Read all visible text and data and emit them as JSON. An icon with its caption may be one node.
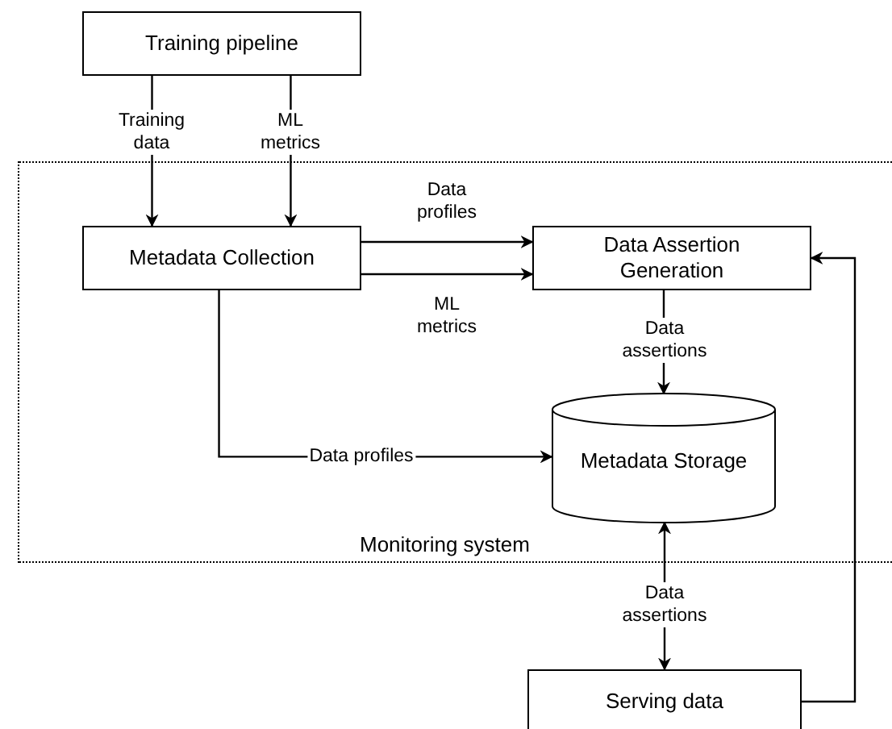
{
  "diagram": {
    "nodes": [
      {
        "text": [
          "Training pipeline"
        ]
      },
      {
        "text": [
          "Monitoring system"
        ]
      },
      {
        "text": [
          "Metadata Collection"
        ],
        "in": 1
      },
      {
        "text": [
          "Data Assertion Generation"
        ],
        "in": 1
      },
      {
        "text": [
          "Metadata Storage"
        ],
        "in": 1
      },
      {
        "text": [
          "Serving data"
        ]
      }
    ],
    "edges": [
      {
        "from": 0,
        "to": 2,
        "arrow": "to",
        "label": "Training data"
      },
      {
        "from": 0,
        "to": 2,
        "arrow": "to",
        "label": "ML metrics"
      },
      {
        "from": 2,
        "to": 3,
        "arrow": "to",
        "label": "Data profiles"
      },
      {
        "from": 2,
        "to": 3,
        "arrow": "to",
        "label": "ML metrics"
      },
      {
        "from": 3,
        "to": 4,
        "arrow": "to",
        "label": "Data assertions"
      },
      {
        "from": 2,
        "to": 4,
        "arrow": "to",
        "label": "Data profiles"
      },
      {
        "from": 4,
        "to": 5,
        "arrow": "both",
        "label": "Data assertions"
      },
      {
        "from": 5,
        "to": 3,
        "arrow": "to"
      }
    ]
  }
}
